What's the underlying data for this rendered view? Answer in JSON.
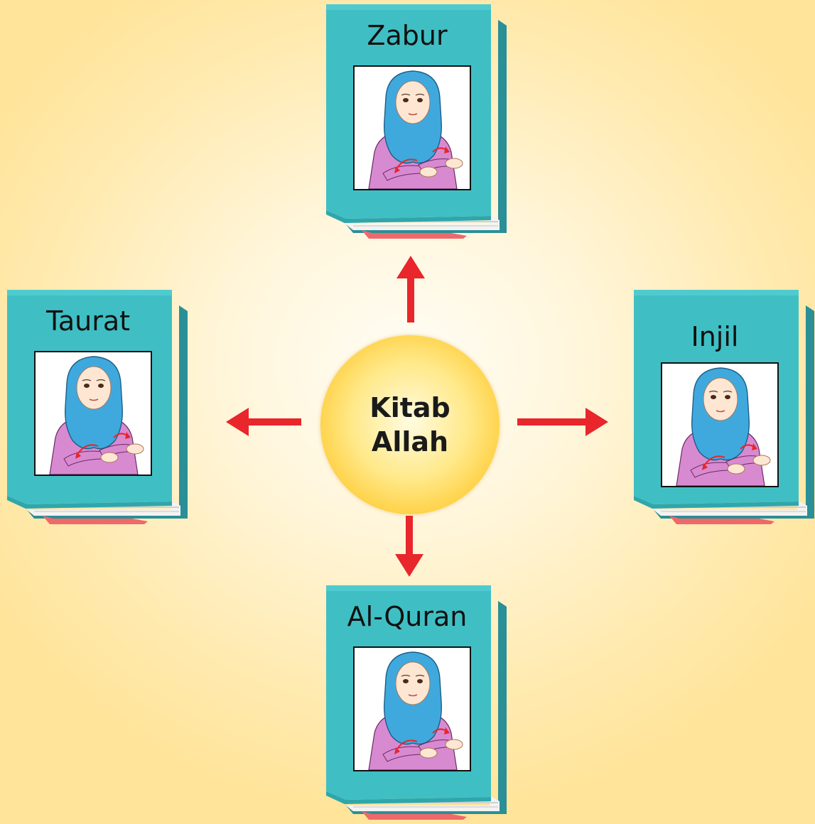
{
  "center": {
    "line1": "Kitab",
    "line2": "Allah"
  },
  "books": {
    "top": {
      "title": "Zabur"
    },
    "left": {
      "title": "Taurat"
    },
    "right": {
      "title": "Injil"
    },
    "bottom": {
      "title": "Al-Quran"
    }
  },
  "colors": {
    "book_cover": "#3fbfc4",
    "book_spine": "#2a8f96",
    "ribbon": "#f0686a",
    "arrow": "#e8262b",
    "circle": "#ffd54a"
  }
}
